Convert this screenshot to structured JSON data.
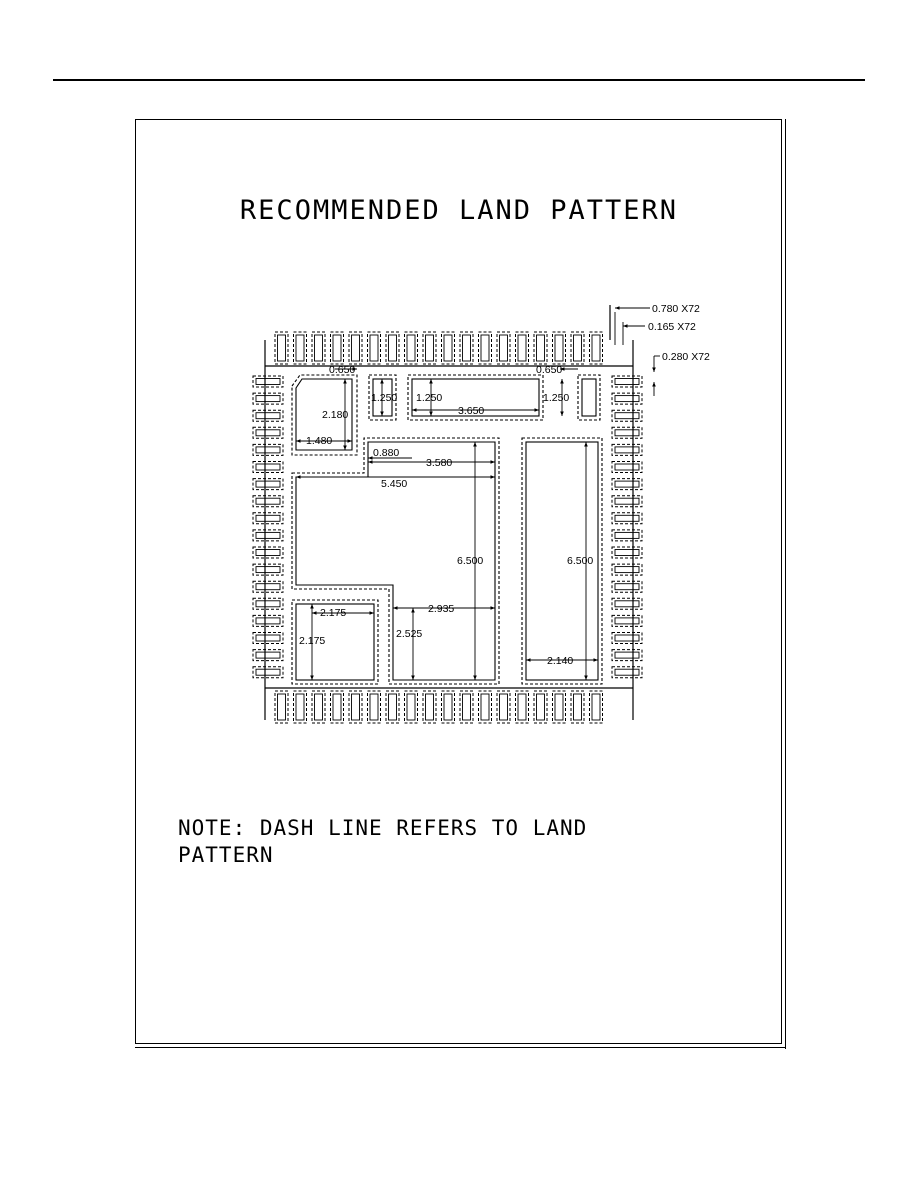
{
  "title": "RECOMMENDED LAND PATTERN",
  "note": "NOTE: DASH LINE REFERS TO LAND\nPATTERN",
  "callouts": {
    "pad_length": "0.780 X72",
    "pad_width": "0.165 X72",
    "pad_pitch": "0.280 X72"
  },
  "dimensions": {
    "d_0650_left": "0.650",
    "d_0650_right": "0.650",
    "d_1250_a": "1.250",
    "d_1250_b": "1.250",
    "d_1250_c": "1.250",
    "d_3650": "3.650",
    "d_2180": "2.180",
    "d_1480": "1.480",
    "d_0880": "0.880",
    "d_3580": "3.580",
    "d_5450": "5.450",
    "d_6500_left": "6.500",
    "d_6500_right": "6.500",
    "d_2935": "2.935",
    "d_2525": "2.525",
    "d_2175_h": "2.175",
    "d_2175_v": "2.175",
    "d_2140": "2.140"
  },
  "pads_per_side": 18,
  "pad_sides": 4,
  "colors": {
    "ink": "#000000",
    "paper": "#ffffff"
  }
}
